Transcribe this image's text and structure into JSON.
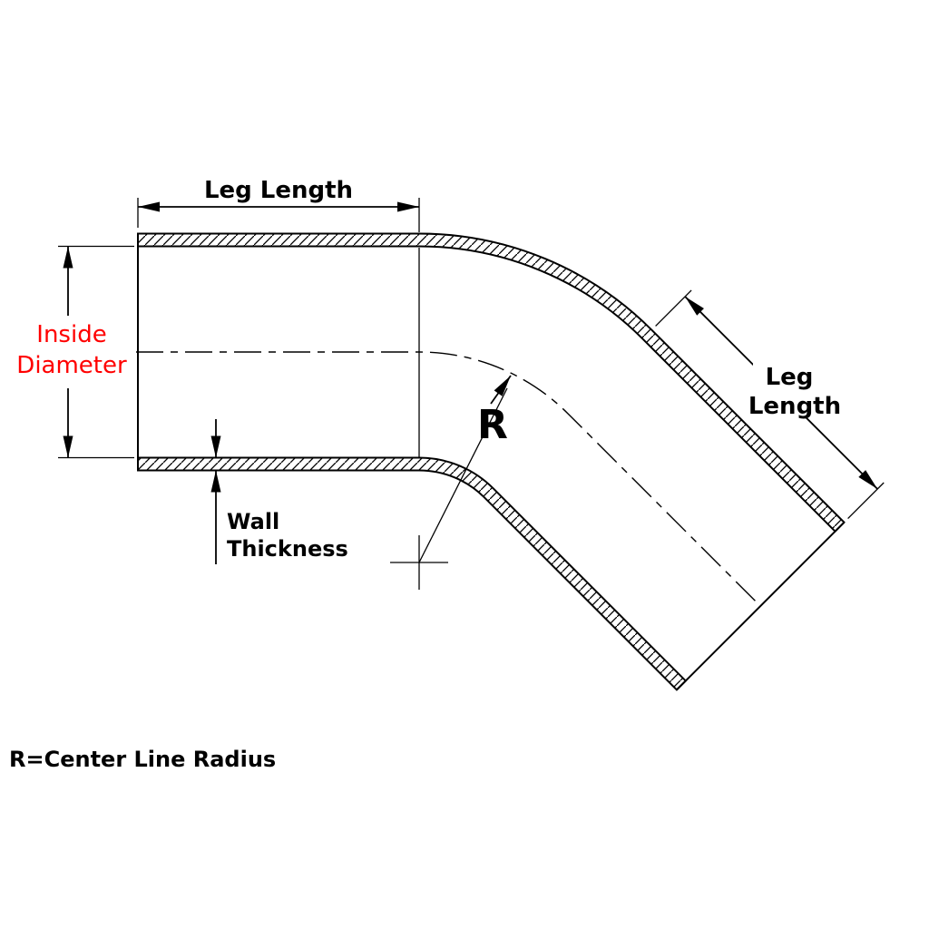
{
  "diagram": {
    "labels": {
      "top_leg_length": "Leg Length",
      "inside_diameter_line1": "Inside",
      "inside_diameter_line2": "Diameter",
      "wall_thickness_line1": "Wall",
      "wall_thickness_line2": "Thickness",
      "radius_symbol": "R",
      "right_leg_length_line1": "Leg",
      "right_leg_length_line2": "Length",
      "footer_note": "R=Center Line Radius"
    },
    "colors": {
      "line": "#000000",
      "inside_diameter_text": "#ff0000",
      "background": "#ffffff"
    }
  }
}
